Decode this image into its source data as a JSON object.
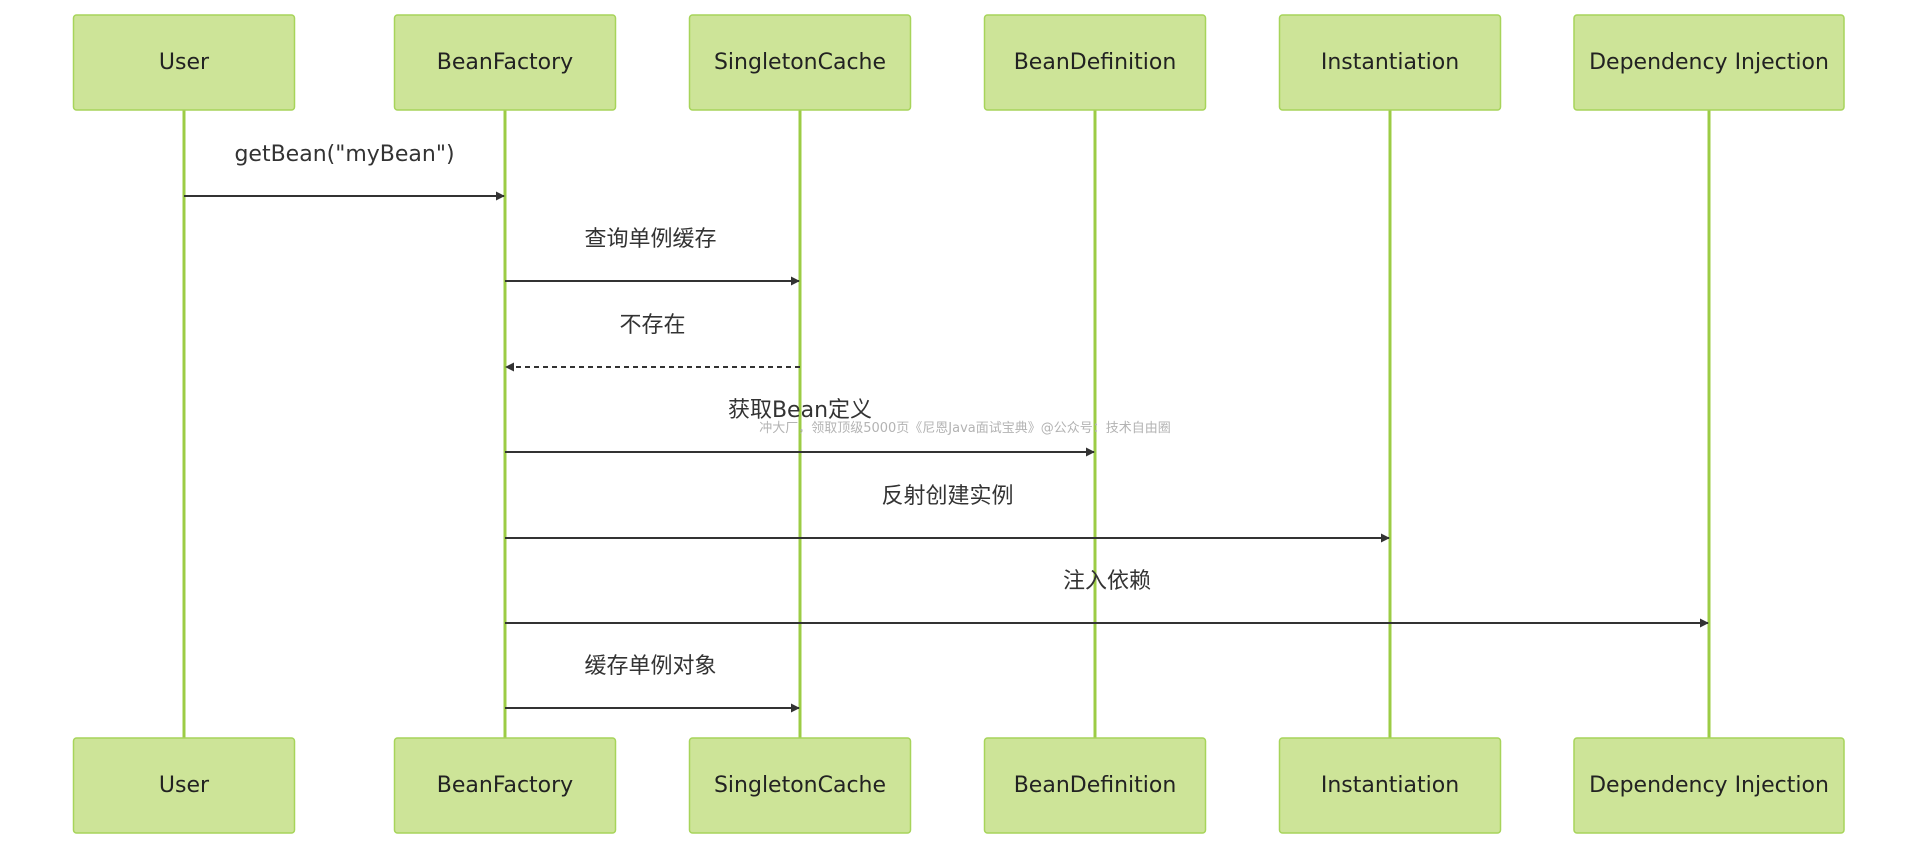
{
  "participants": [
    {
      "id": "user",
      "label": "User"
    },
    {
      "id": "beanfactory",
      "label": "BeanFactory"
    },
    {
      "id": "singletoncache",
      "label": "SingletonCache"
    },
    {
      "id": "beandefinition",
      "label": "BeanDefinition"
    },
    {
      "id": "instantiation",
      "label": "Instantiation"
    },
    {
      "id": "dependency-injection",
      "label": "Dependency Injection"
    }
  ],
  "messages": [
    {
      "from": 0,
      "to": 1,
      "label": "getBean(\"myBean\")",
      "kind": "call"
    },
    {
      "from": 1,
      "to": 2,
      "label": "查询单例缓存",
      "kind": "call"
    },
    {
      "from": 2,
      "to": 1,
      "label": "不存在",
      "kind": "reply"
    },
    {
      "from": 1,
      "to": 3,
      "label": "获取Bean定义",
      "kind": "call"
    },
    {
      "from": 1,
      "to": 4,
      "label": "反射创建实例",
      "kind": "call"
    },
    {
      "from": 1,
      "to": 5,
      "label": "注入依赖",
      "kind": "call"
    },
    {
      "from": 1,
      "to": 2,
      "label": "缓存单例对象",
      "kind": "call"
    }
  ],
  "watermark": "冲大厂，领取顶级5000页《尼恩Java面试宝典》@公众号：技术自由圈",
  "colors": {
    "participant_fill": "#cde498",
    "participant_border": "#a7d45a",
    "lifeline": "#9ccc45",
    "message": "#333333"
  }
}
